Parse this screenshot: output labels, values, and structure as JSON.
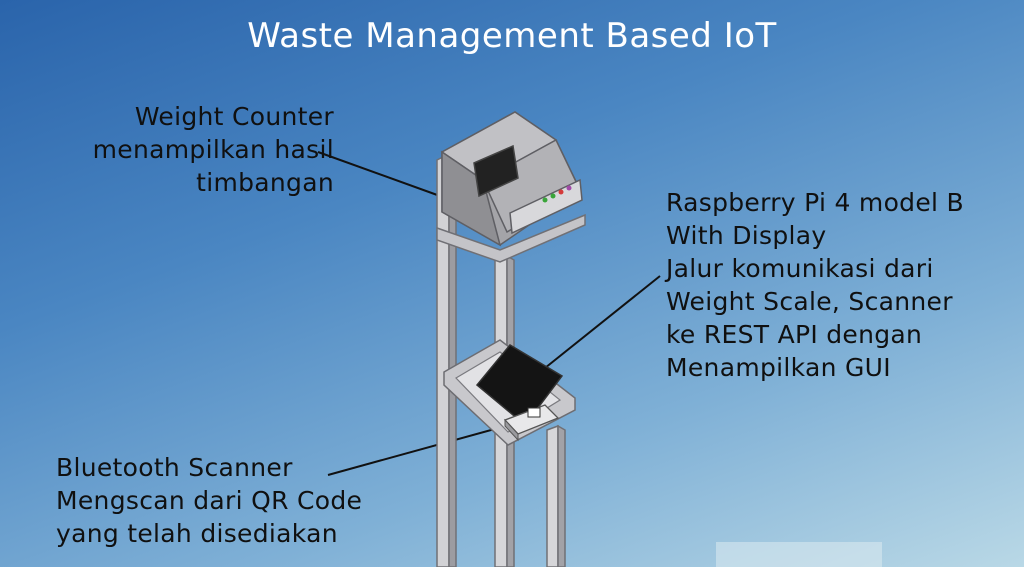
{
  "title": "Waste Management Based IoT",
  "labels": {
    "weight_counter": "Weight Counter\nmenampilkan hasil\ntimbangan",
    "raspberry_pi": "Raspberry Pi 4 model B\nWith Display\nJalur komunikasi dari\nWeight Scale, Scanner\nke REST API dengan\nMenampilkan GUI",
    "bluetooth_scanner": "Bluetooth Scanner\nMengscan dari QR Code\nyang telah disediakan"
  },
  "colors": {
    "frame": "#c9c9cc",
    "frame_dark": "#8f8f94",
    "screen": "#1c1c1c",
    "housing": "#a9a9ad"
  }
}
